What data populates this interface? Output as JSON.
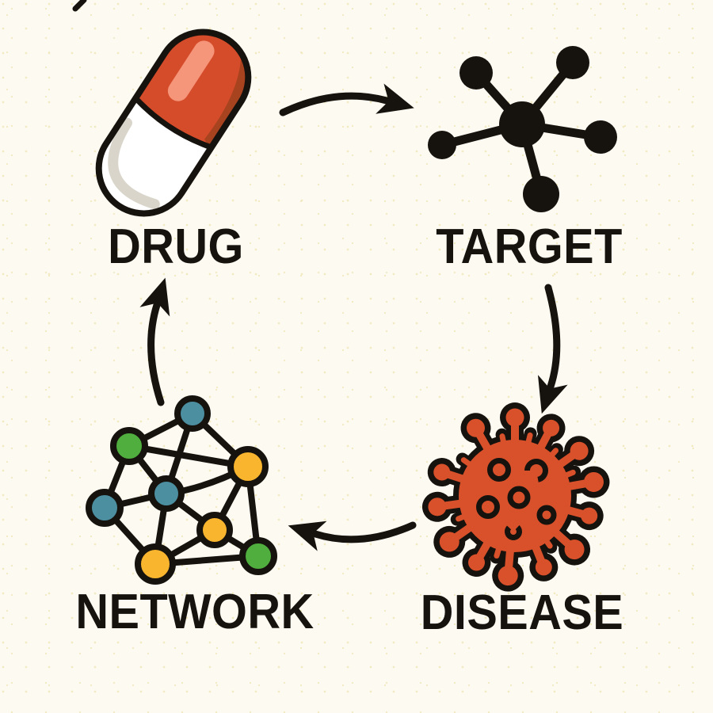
{
  "diagram": {
    "type": "cycle",
    "nodes": [
      {
        "id": "drug",
        "label": "DRUG",
        "icon": "pill-icon"
      },
      {
        "id": "target",
        "label": "TARGET",
        "icon": "molecule-icon"
      },
      {
        "id": "disease",
        "label": "DISEASE",
        "icon": "virus-icon"
      },
      {
        "id": "network",
        "label": "NETWORK",
        "icon": "network-graph-icon"
      }
    ],
    "edges": [
      {
        "from": "DRUG",
        "to": "TARGET"
      },
      {
        "from": "TARGET",
        "to": "DISEASE"
      },
      {
        "from": "DISEASE",
        "to": "NETWORK"
      },
      {
        "from": "NETWORK",
        "to": "DRUG"
      }
    ]
  },
  "network_icon": {
    "node_count": 8,
    "node_colors": [
      "teal",
      "green",
      "yellow",
      "teal",
      "teal",
      "yellow",
      "green",
      "yellow"
    ]
  },
  "colors": {
    "background": "#fcfaf1",
    "speckle": "#f2eac2",
    "ink": "#16120e",
    "pill_red": "#d54c2a",
    "pill_red_dark": "#a8431f",
    "pill_highlight": "#f5957a",
    "pill_white": "#ffffff",
    "pill_white_shade": "#d9d5ca",
    "virus_red": "#d8512b",
    "node_teal": "#4c8fa1",
    "node_green": "#4fae3e",
    "node_yellow": "#f9b52e"
  }
}
